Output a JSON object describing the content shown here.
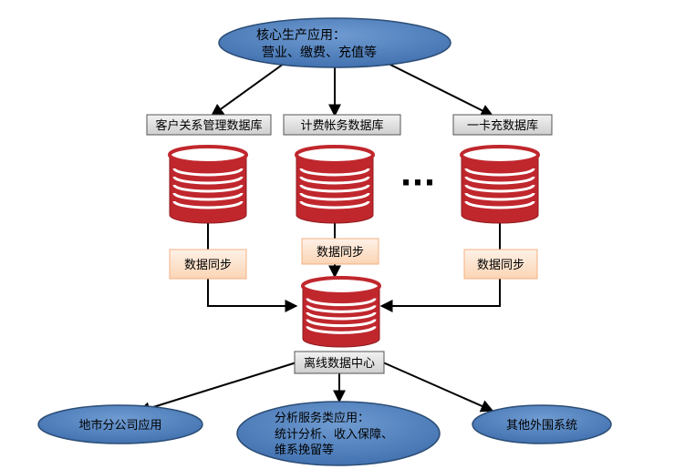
{
  "top_app": {
    "line1": "核心生产应用：",
    "line2": "营业、缴费、充值等"
  },
  "databases": [
    {
      "label": "客户关系管理数据库"
    },
    {
      "label": "计费帐务数据库"
    },
    {
      "label": "一卡充数据库"
    }
  ],
  "ellipsis": "···",
  "sync_labels": [
    "数据同步",
    "数据同步",
    "数据同步"
  ],
  "center": {
    "label": "离线数据中心"
  },
  "consumers": {
    "left": "地市分公司应用",
    "middle_line1": "分析服务类应用：",
    "middle_line2": "统计分析、收入保障、",
    "middle_line3": "维系挽留等",
    "right": "其他外围系统"
  },
  "colors": {
    "ellipse_fill": "#4f81bd",
    "ellipse_stroke": "#2c4d75",
    "db_red": "#c0272d",
    "db_dark": "#8e1b1f",
    "sync_fill": "#fde9d9",
    "sync_stroke": "#f4b183",
    "label_box": "#e0e0e0"
  }
}
